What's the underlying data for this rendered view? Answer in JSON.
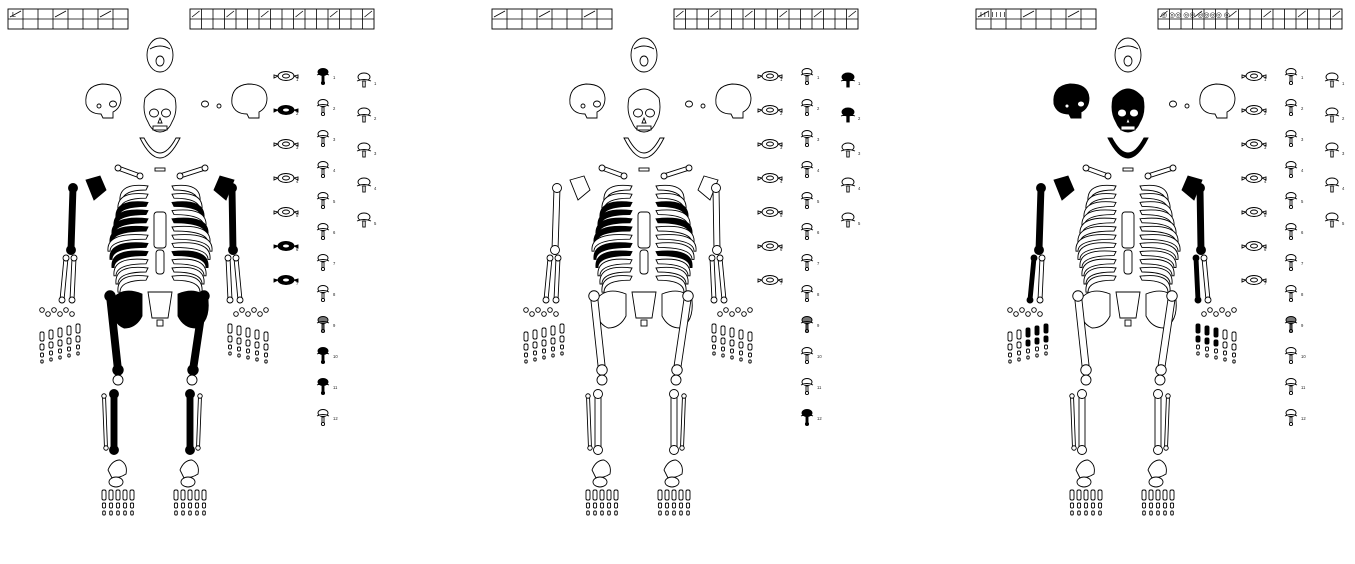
{
  "colors": {
    "outline": "#000000",
    "present": "#000000",
    "partial": "#777777",
    "absent": "#ffffff"
  },
  "vertebra_labels": {
    "cervical": [
      "1",
      "2",
      "3",
      "4",
      "5",
      "6",
      "7"
    ],
    "thoracic": [
      "1",
      "2",
      "3",
      "4",
      "5",
      "6",
      "7",
      "8",
      "9",
      "10",
      "11",
      "12"
    ],
    "lumbar": [
      "1",
      "2",
      "3",
      "4",
      "5"
    ]
  },
  "panels": [
    {
      "id": "panel-1",
      "dentition_left": {
        "rows": 2,
        "cols": 8,
        "text": "L"
      },
      "dentition_right": {
        "rows": 2,
        "cols": 16,
        "text": ""
      },
      "filled": {
        "skull": false,
        "mandible": false,
        "ribs": true,
        "humerus": true,
        "scapula": true,
        "radius_ulna": false,
        "pelvis": true,
        "femur": true,
        "tibia": true,
        "hands": false,
        "feet": false
      },
      "vertebrae_filled": {
        "cervical": [
          2,
          6,
          7
        ],
        "thoracic": [
          1,
          10,
          11
        ],
        "lumbar": []
      }
    },
    {
      "id": "panel-2",
      "dentition_left": {
        "rows": 2,
        "cols": 8,
        "text": ""
      },
      "dentition_right": {
        "rows": 2,
        "cols": 16,
        "text": ""
      },
      "filled": {
        "skull": false,
        "mandible": false,
        "ribs": true,
        "humerus": false,
        "scapula": false,
        "radius_ulna": false,
        "pelvis": false,
        "femur": false,
        "tibia": false,
        "hands": false,
        "feet": false
      },
      "vertebrae_filled": {
        "cervical": [],
        "thoracic": [
          12
        ],
        "lumbar": [
          1,
          2
        ]
      }
    },
    {
      "id": "panel-3",
      "dentition_left": {
        "rows": 2,
        "cols": 8,
        "text": "I I I I I I I"
      },
      "dentition_right": {
        "rows": 2,
        "cols": 16,
        "text": "◎ ◎◎ ◎◎ ◎◎◎◎ ◎"
      },
      "filled": {
        "skull": true,
        "mandible": true,
        "ribs": false,
        "humerus": true,
        "scapula": true,
        "radius_ulna": true,
        "pelvis": false,
        "femur": false,
        "tibia": false,
        "hands": true,
        "feet": false
      },
      "vertebrae_filled": {
        "cervical": [],
        "thoracic": [],
        "lumbar": []
      }
    }
  ]
}
